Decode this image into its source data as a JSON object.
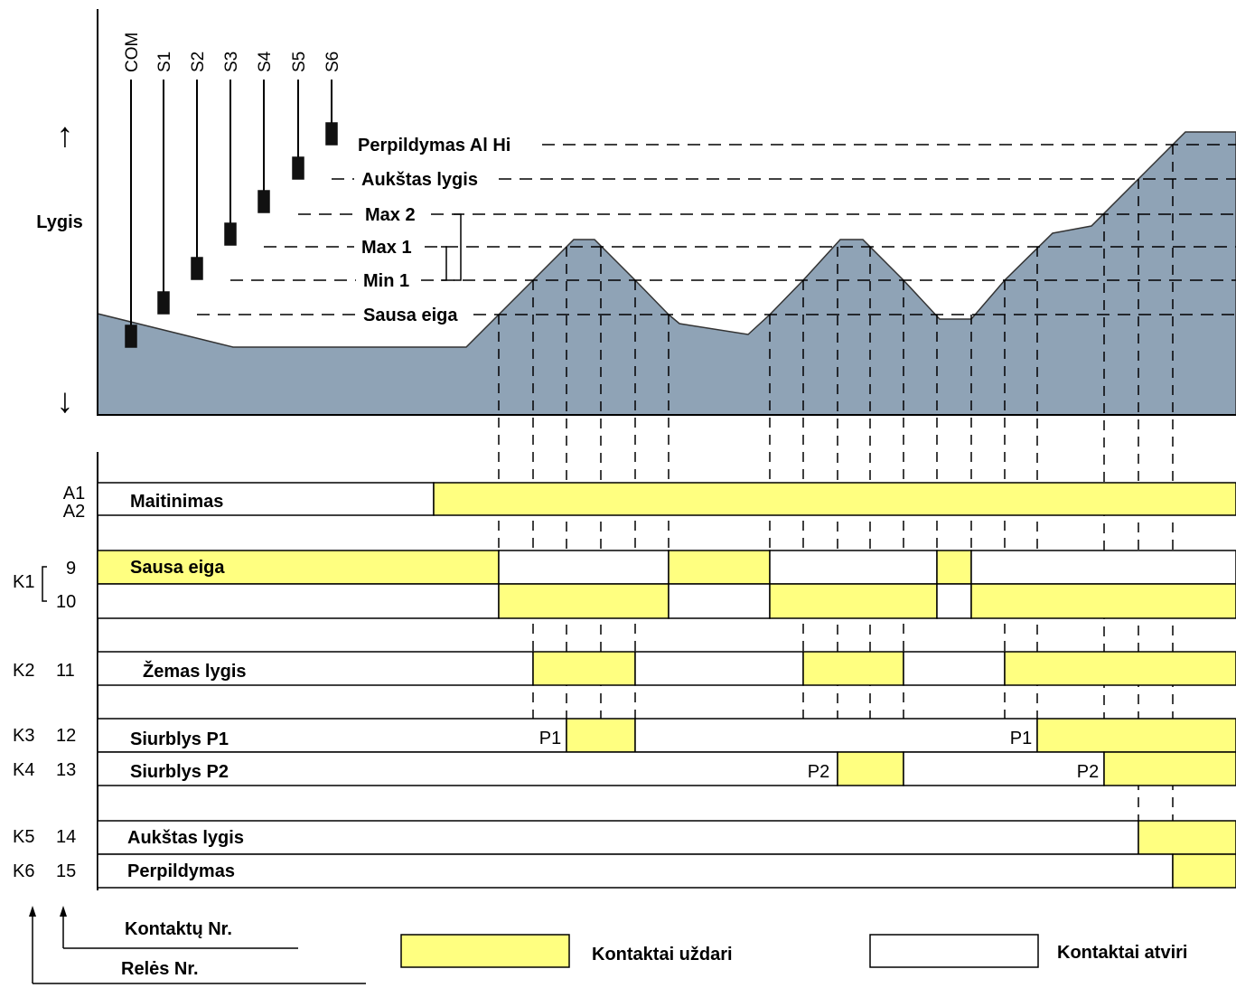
{
  "axis": {
    "y_label": "Lygis",
    "up_arrow": "↑",
    "down_arrow": "↓"
  },
  "probes": [
    {
      "label": "COM"
    },
    {
      "label": "S1"
    },
    {
      "label": "S2"
    },
    {
      "label": "S3"
    },
    {
      "label": "S4"
    },
    {
      "label": "S5"
    },
    {
      "label": "S6"
    }
  ],
  "levels": [
    {
      "label": "Perpildymas Al Hi"
    },
    {
      "label": "Aukštas lygis"
    },
    {
      "label": "Max 2"
    },
    {
      "label": "Max 1"
    },
    {
      "label": "Min 1"
    },
    {
      "label": "Sausa eiga"
    }
  ],
  "rows": [
    {
      "terminal": "A1\nA2",
      "relay": "",
      "contact": "",
      "term_top": "A1",
      "term_bot": "A2",
      "label": "Maitinimas"
    },
    {
      "relay": "K1",
      "contact_top": "9",
      "contact_bot": "10",
      "label": "Sausa eiga"
    },
    {
      "relay": "K2",
      "contact": "11",
      "label": "Žemas lygis"
    },
    {
      "relay": "K3",
      "contact": "12",
      "label": "Siurblys P1"
    },
    {
      "relay": "K4",
      "contact": "13",
      "label": "Siurblys P2"
    },
    {
      "relay": "K5",
      "contact": "14",
      "label": "Aukštas lygis"
    },
    {
      "relay": "K6",
      "contact": "15",
      "label": "Perpildymas"
    }
  ],
  "pump_markers": [
    "P1",
    "P2",
    "P1",
    "P2"
  ],
  "legend": {
    "contact_no": "Kontaktų Nr.",
    "relay_no": "Relės Nr.",
    "closed": "Kontaktai uždari",
    "open": "Kontaktai atviri"
  },
  "colors": {
    "liquid": "#8fa3b6",
    "closed": "#ffff80",
    "open": "#ffffff",
    "line": "#000000"
  }
}
